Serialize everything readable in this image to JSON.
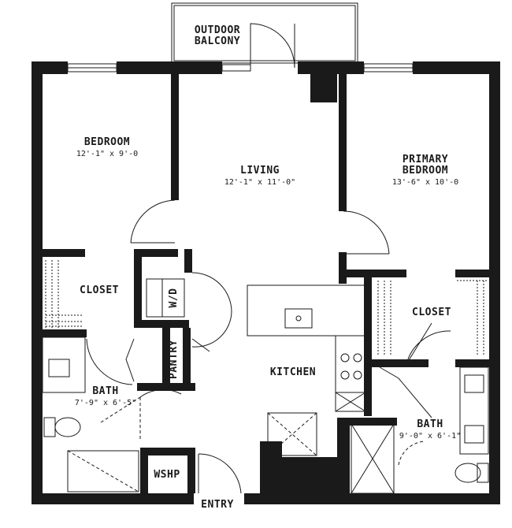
{
  "rooms": {
    "balcony": {
      "name_line1": "OUTDOOR",
      "name_line2": "BALCONY"
    },
    "bedroom": {
      "name": "BEDROOM",
      "dims": "12'-1\" x 9'-0"
    },
    "living": {
      "name": "LIVING",
      "dims": "12'-1\" x 11'-0\""
    },
    "primary_bedroom": {
      "name_line1": "PRIMARY",
      "name_line2": "BEDROOM",
      "dims": "13'-6\" x 10'-0"
    },
    "closet_left": {
      "name": "CLOSET"
    },
    "closet_right": {
      "name": "CLOSET"
    },
    "wd": {
      "name": "W/D"
    },
    "pantry": {
      "name": "PANTRY"
    },
    "kitchen": {
      "name": "KITCHEN"
    },
    "bath_left": {
      "name": "BATH",
      "dims": "7'-9\" x 6'-5\""
    },
    "bath_right": {
      "name": "BATH",
      "dims": "9'-0\" x 6'-1\""
    },
    "wshp": {
      "name": "WSHP"
    },
    "entry": {
      "name": "ENTRY"
    }
  },
  "colors": {
    "wall": "#1a1a1a",
    "background": "#ffffff"
  }
}
